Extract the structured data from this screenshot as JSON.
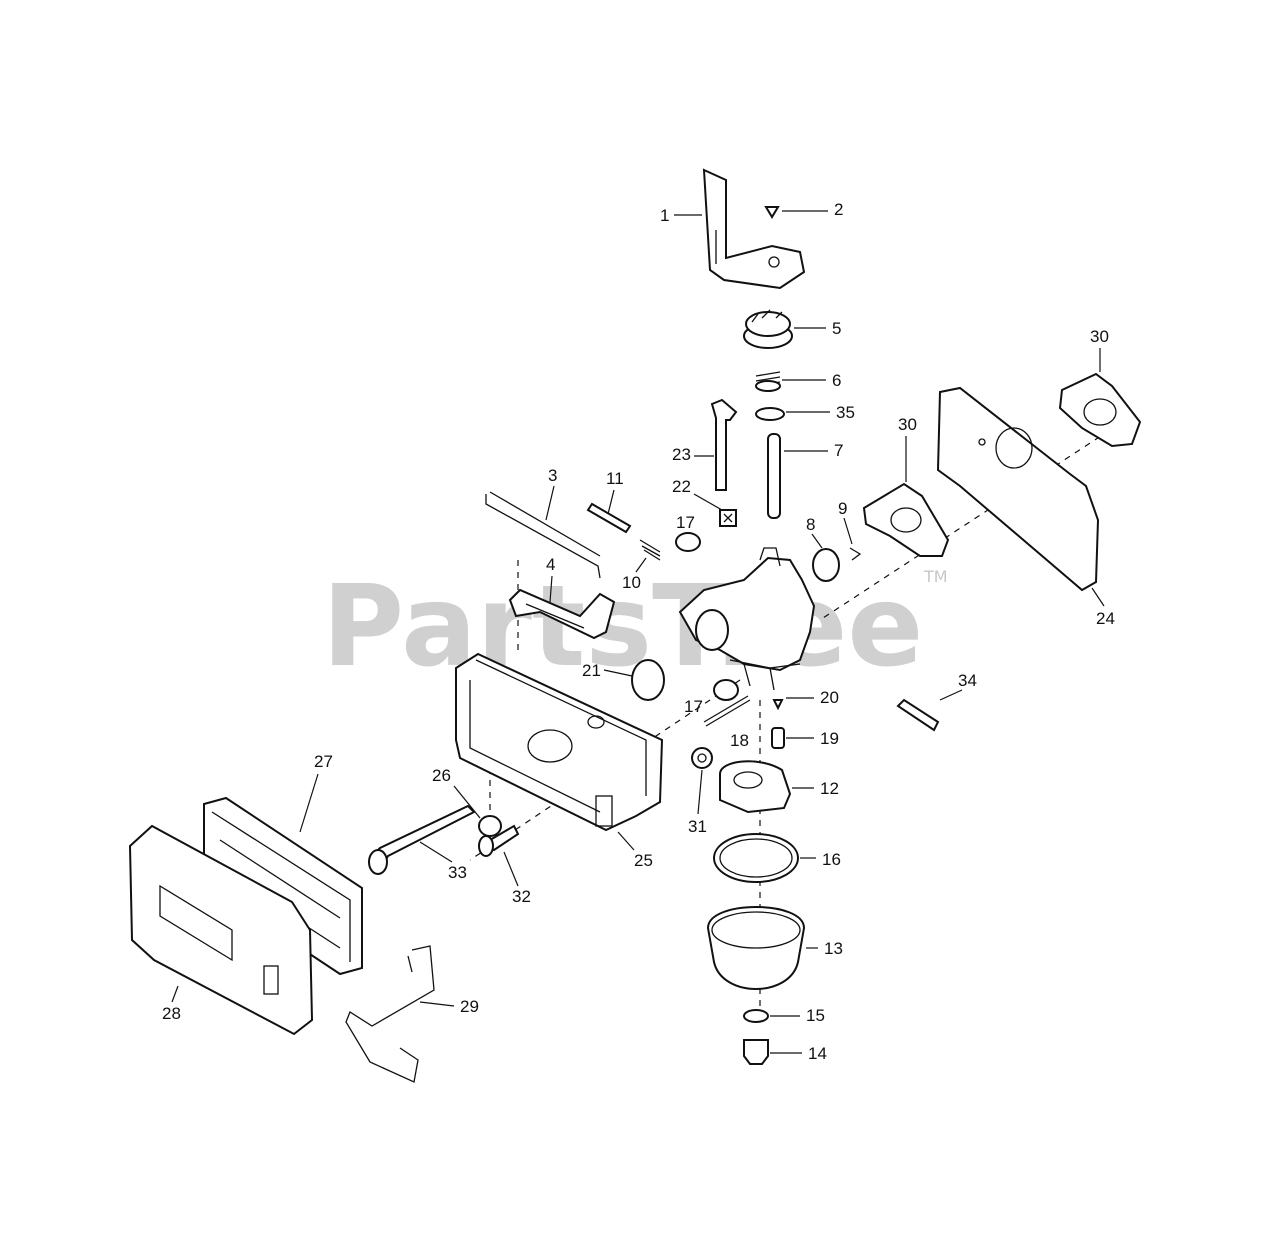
{
  "watermark": {
    "brand": "PartsTree",
    "trademark": "TM"
  },
  "callouts": {
    "c1": "1",
    "c2": "2",
    "c3": "3",
    "c4": "4",
    "c5": "5",
    "c6": "6",
    "c7": "7",
    "c8": "8",
    "c9": "9",
    "c10": "10",
    "c11": "11",
    "c12": "12",
    "c13": "13",
    "c14": "14",
    "c15": "15",
    "c16": "16",
    "c17a": "17",
    "c17b": "17",
    "c18": "18",
    "c19": "19",
    "c20": "20",
    "c21": "21",
    "c22": "22",
    "c23": "23",
    "c24": "24",
    "c25": "25",
    "c26": "26",
    "c27": "27",
    "c28": "28",
    "c29": "29",
    "c30a": "30",
    "c30b": "30",
    "c31": "31",
    "c32": "32",
    "c33": "33",
    "c34": "34",
    "c35": "35"
  }
}
